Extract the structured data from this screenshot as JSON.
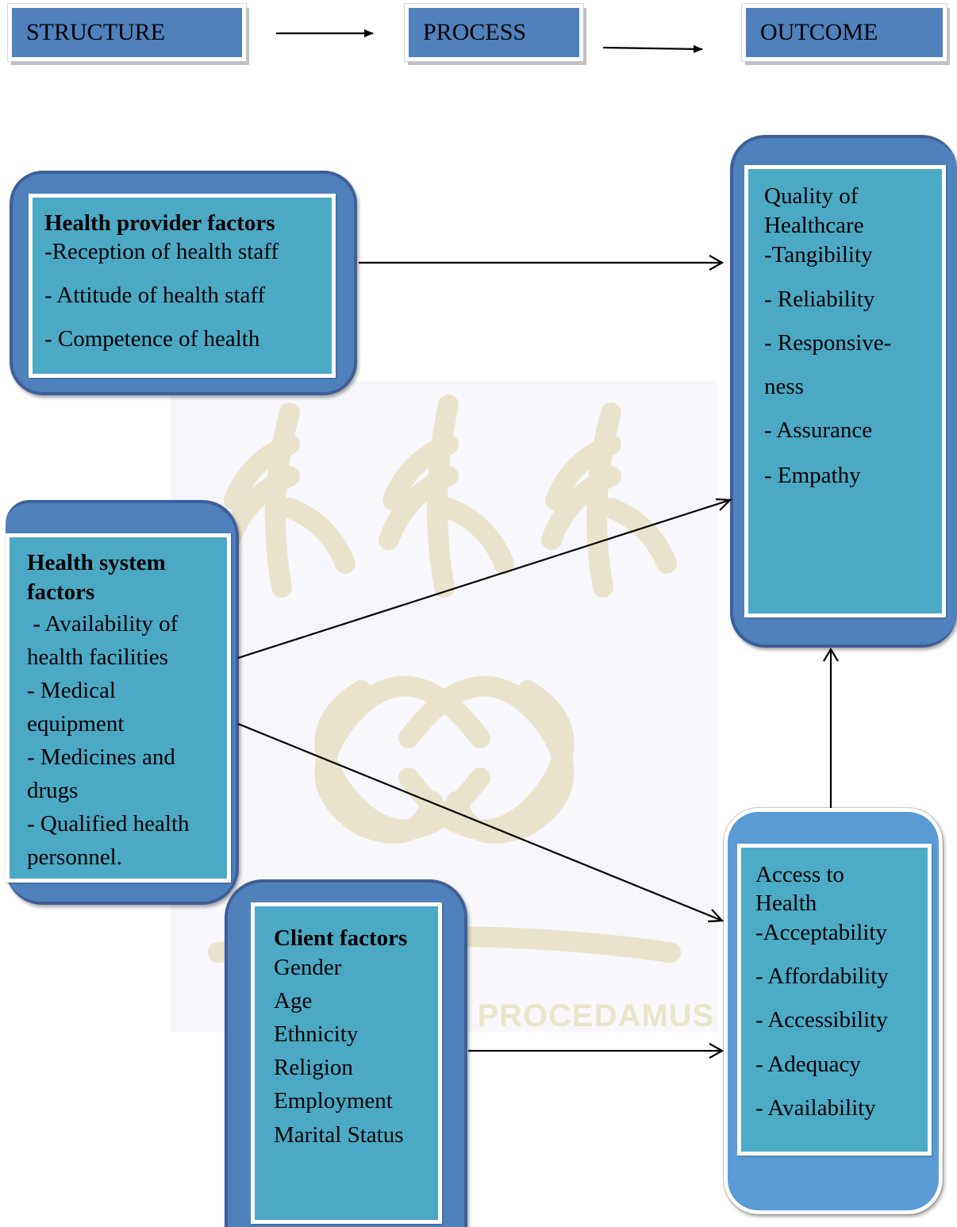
{
  "header": {
    "structure": "STRUCTURE",
    "process": "PROCESS",
    "outcome": "OUTCOME"
  },
  "provider": {
    "title": "Health provider factors",
    "items": [
      "-Reception of health staff",
      "- Attitude of health staff",
      "- Competence of health"
    ]
  },
  "system": {
    "title_line1": "Health system",
    "title_line2": "factors",
    "lines": [
      " - Availability of",
      "health facilities",
      "- Medical",
      "equipment",
      "- Medicines and",
      "drugs",
      "- Qualified health",
      "personnel."
    ]
  },
  "client": {
    "title": "Client factors",
    "items": [
      "Gender",
      "Age",
      "Ethnicity",
      "Religion",
      "Employment",
      "Marital Status"
    ]
  },
  "quality": {
    "title_line1": "Quality of",
    "title_line2": "Healthcare",
    "items": [
      "-Tangibility",
      "- Reliability",
      "- Responsive-",
      "ness",
      "- Assurance",
      "- Empathy"
    ]
  },
  "access": {
    "title_line1": "Access to",
    "title_line2": "Health",
    "items": [
      "-Acceptability",
      "- Affordability",
      "- Accessibility",
      "- Adequacy",
      "- Availability"
    ]
  },
  "watermark": {
    "motto": "INTEGRI PROCEDAMUS"
  },
  "colors": {
    "header_fill": "#4f81bd",
    "frame_fill": "#4f81bd",
    "inner_fill": "#4bacc6",
    "access_frame": "#5b9bd5"
  }
}
